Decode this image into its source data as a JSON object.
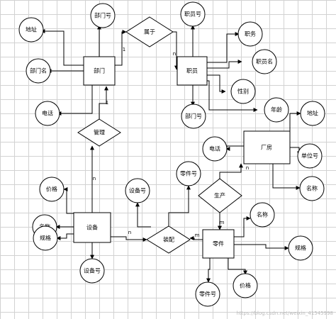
{
  "entities": {
    "dept": "部门",
    "staff": "职员",
    "factory": "厂房",
    "equip": "设备",
    "part": "零件"
  },
  "relations": {
    "belong": "属于",
    "manage": "管理",
    "produce": "生产",
    "assemble": "装配"
  },
  "attributes": {
    "dept_addr": "地址",
    "dept_no": "部门号",
    "dept_name": "部门名",
    "dept_phone": "电话",
    "staff_no": "职员号",
    "staff_job": "职务",
    "staff_name": "职员名",
    "staff_sex": "性别",
    "staff_age": "年龄",
    "staff_dept_no": "部门号",
    "fac_addr": "地址",
    "fac_phone": "电话",
    "fac_unit": "单位号",
    "fac_name": "名称",
    "eq_price": "价格",
    "eq_name": "名称",
    "eq_spec": "规格",
    "eq_no": "设备号",
    "asm_eq_no": "设备号",
    "asm_part_no": "零件号",
    "part_name": "名称",
    "part_spec": "规格",
    "part_no": "零件号",
    "part_price": "价格"
  },
  "cardinality": {
    "c1": "1",
    "c2": "n",
    "c3": "1",
    "c4": "n",
    "c5": "n",
    "c6": "n",
    "c7": "m",
    "c8": "m"
  },
  "watermark": "https://blog.csdn.net/weixin_41545998"
}
